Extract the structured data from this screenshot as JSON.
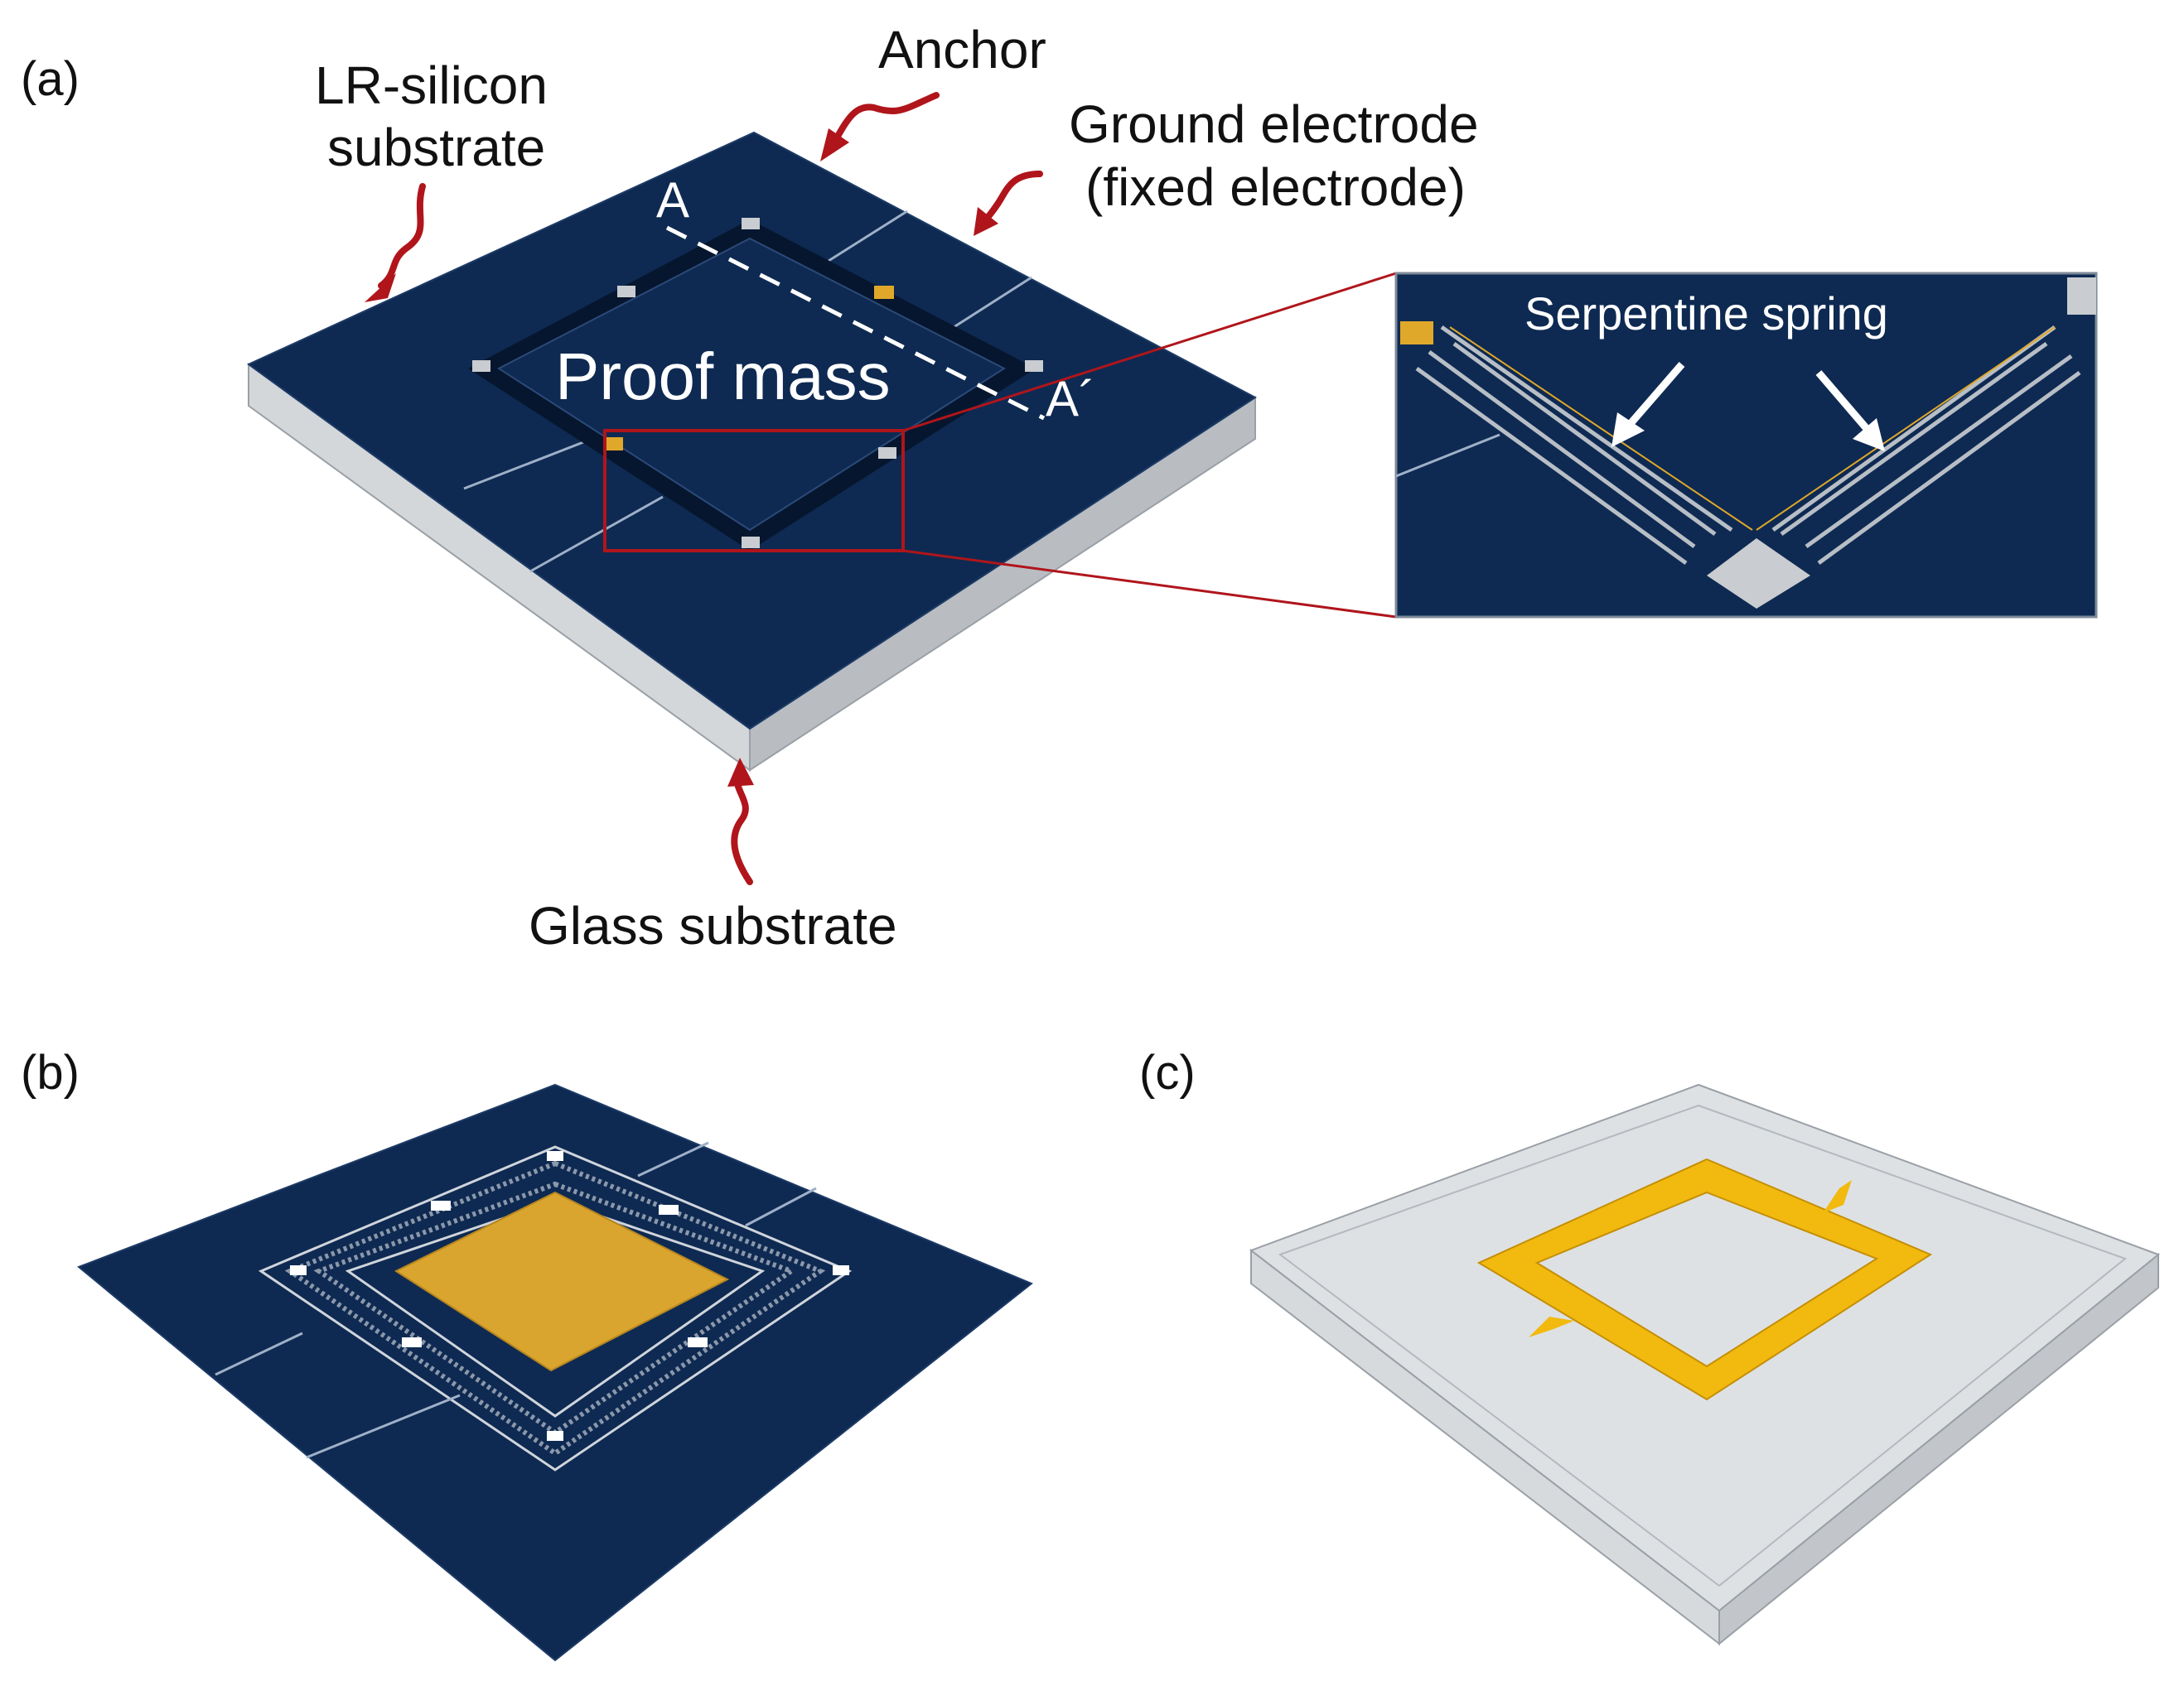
{
  "panels": {
    "a": "(a)",
    "b": "(b)",
    "c": "(c)"
  },
  "labels": {
    "lr_silicon_line1": "LR-silicon",
    "lr_silicon_line2": "substrate",
    "anchor": "Anchor",
    "ground_line1": "Ground electrode",
    "ground_line2": "(fixed electrode)",
    "proof_mass": "Proof mass",
    "section_a": "A",
    "section_a_prime": "A´",
    "glass_substrate": "Glass substrate",
    "serpentine_spring": "Serpentine spring"
  },
  "colors": {
    "silicon": "#0e2a52",
    "silicon_dark": "#081c3a",
    "glass": "#c8ccd0",
    "gold": "#e0a82a",
    "callout": "#b0151b",
    "anchor_pad": "#c9ccd0"
  }
}
